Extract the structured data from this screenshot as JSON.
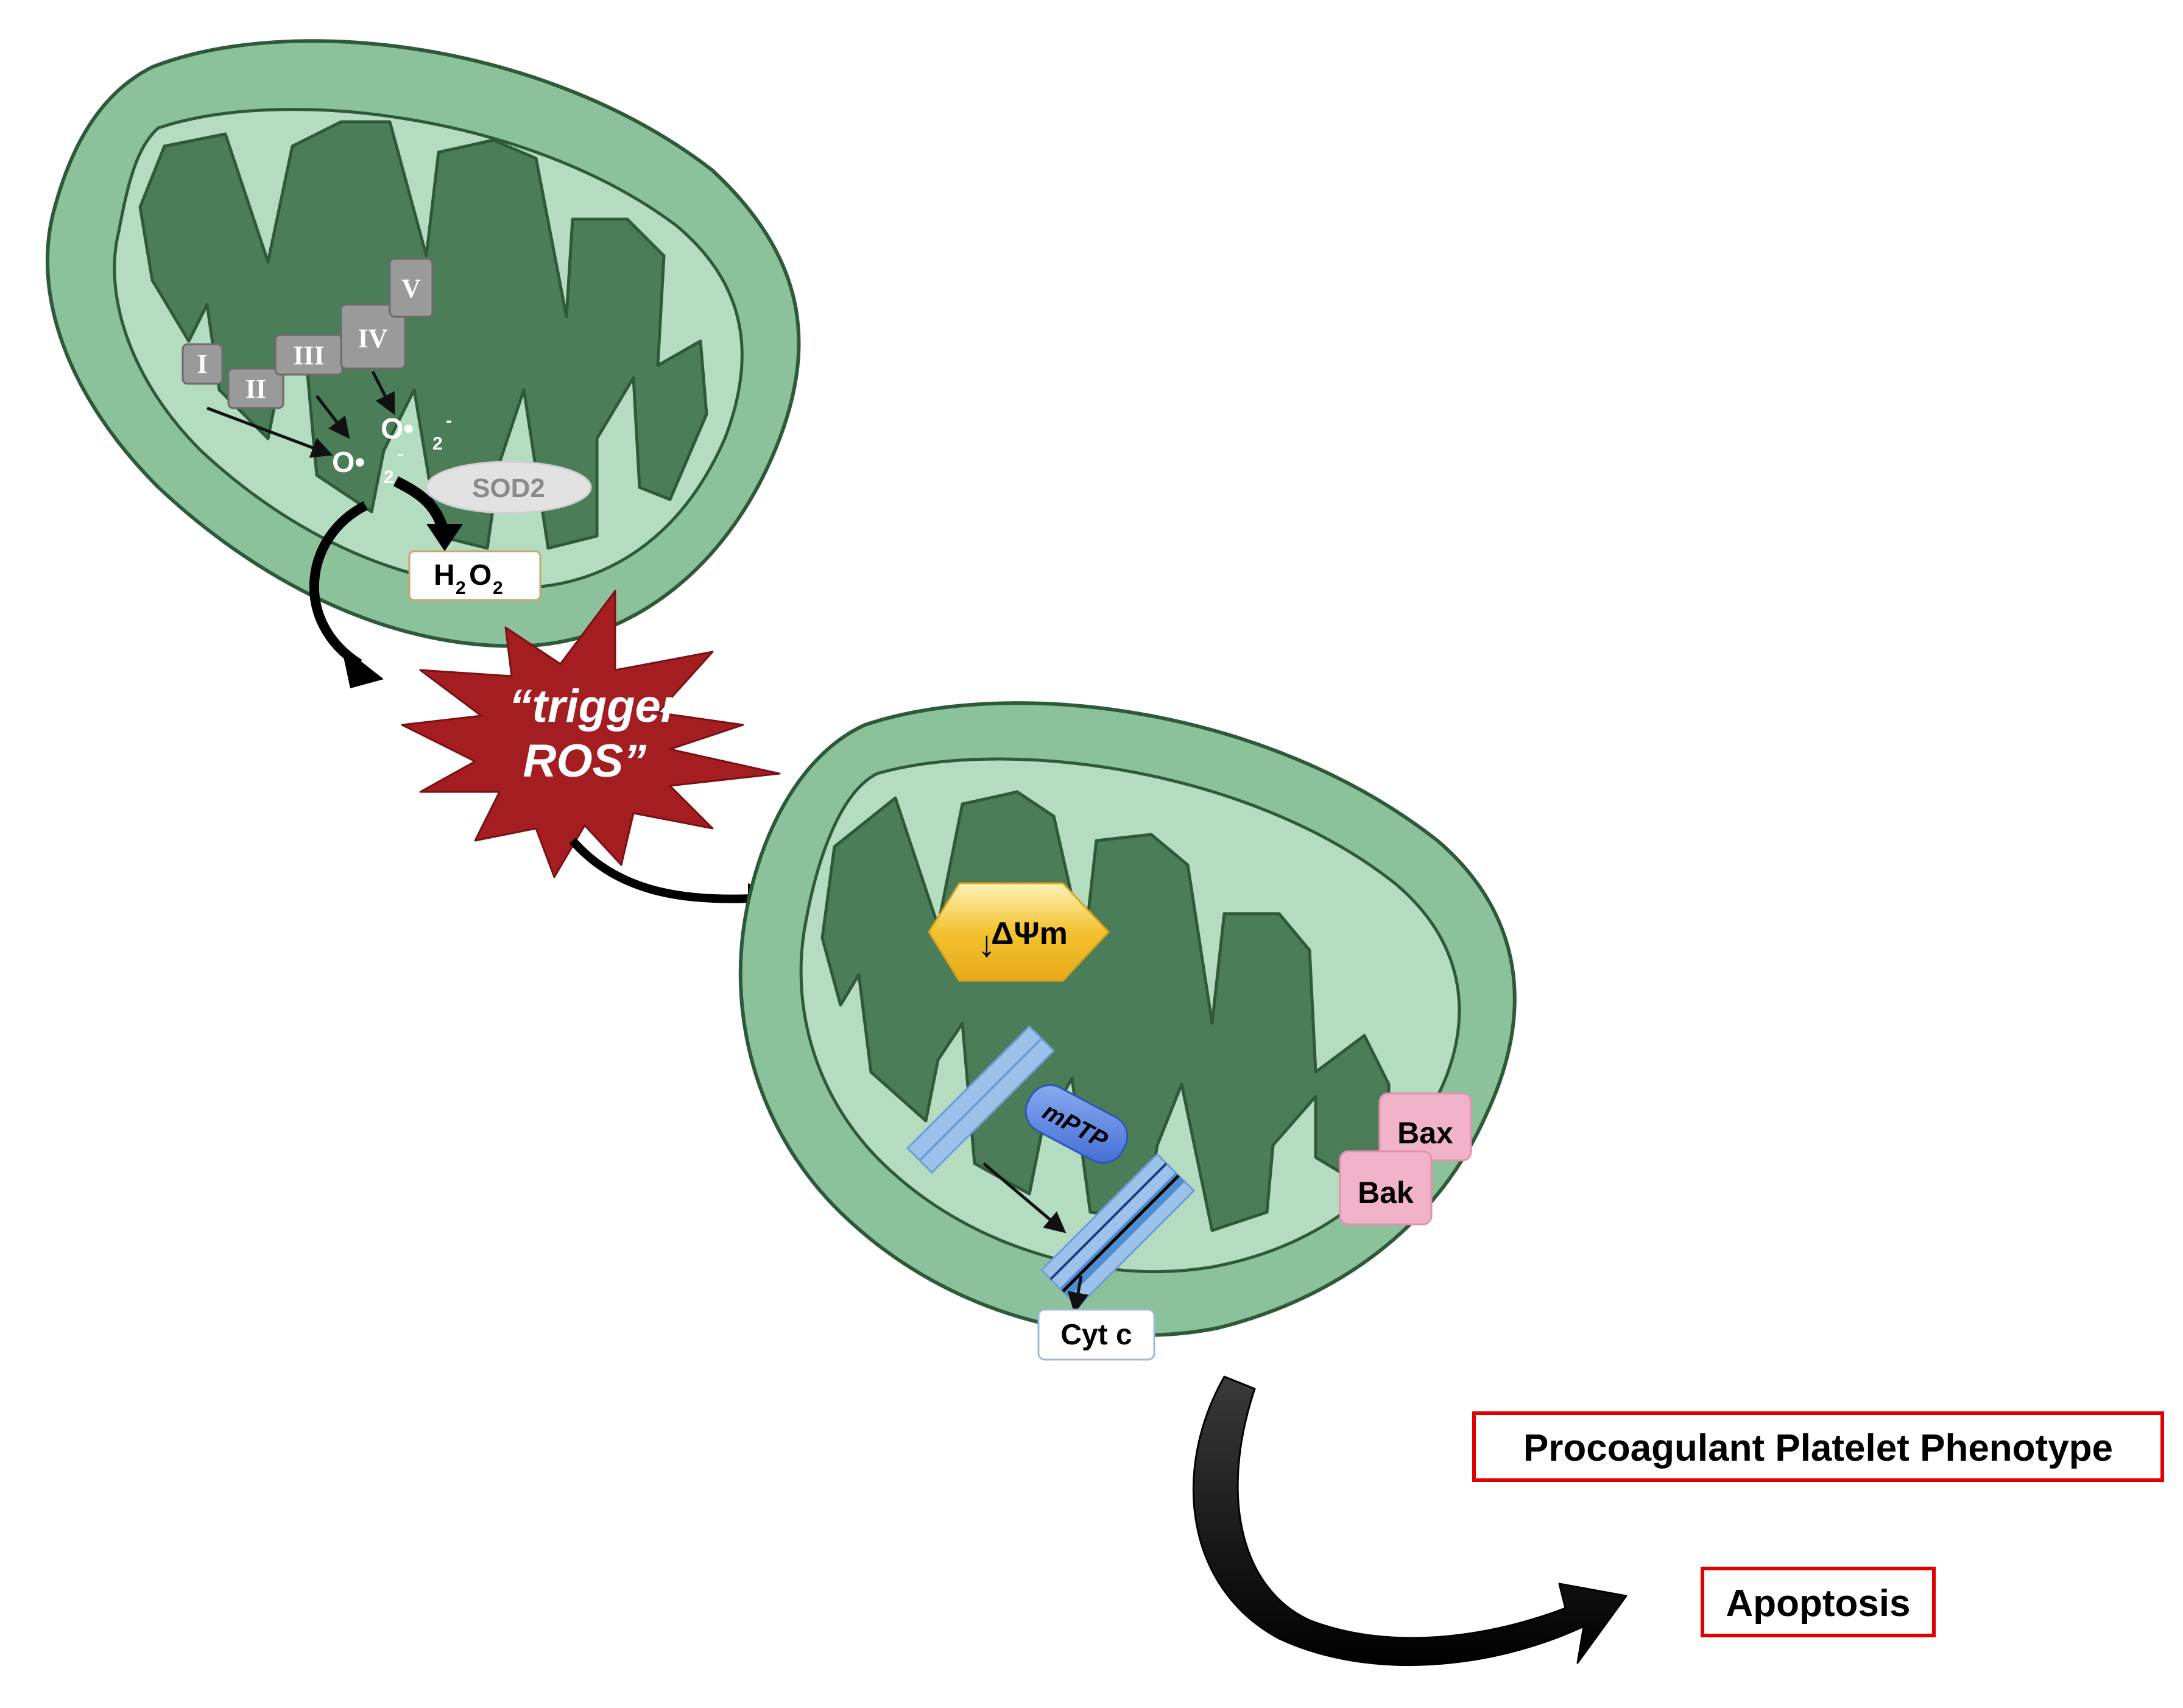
{
  "colors": {
    "outer_membrane": "#8bc29b",
    "intermembrane": "#b3dcc0",
    "matrix": "#4c7d59",
    "membrane_stroke": "#2e5a3a",
    "complex_fill": "#9a9a9a",
    "trigger_fill": "#a31d21",
    "delta_psi_fill": "#f3c22f",
    "pore_fill": "#9cc2ec",
    "pore_dark": "#4f8dd1",
    "mptp_fill": "#5b86e3",
    "bax_bak_fill": "#f1b3c9",
    "outcome_border": "#e00000"
  },
  "etc": {
    "complexes": [
      "I",
      "II",
      "III",
      "IV",
      "V"
    ],
    "superoxide_a": "O•",
    "superoxide_b": "O•",
    "superoxide_sub": "2",
    "superoxide_sup": "-"
  },
  "sod2": {
    "label": "SOD2"
  },
  "h2o2": {
    "h": "H",
    "sub1": "2",
    "o": "O",
    "sub2": "2"
  },
  "trigger": {
    "line1": "“trigger",
    "line2": "ROS”"
  },
  "membrane_potential": {
    "arrow": "↓",
    "label": "ΔΨm"
  },
  "mptp": {
    "label": "mPTP"
  },
  "cyt_c": {
    "label": "Cyt c"
  },
  "bcl2_proteins": {
    "bax": "Bax",
    "bak": "Bak"
  },
  "outcomes": {
    "phenotype": "Procoagulant Platelet Phenotype",
    "apoptosis": "Apoptosis"
  }
}
